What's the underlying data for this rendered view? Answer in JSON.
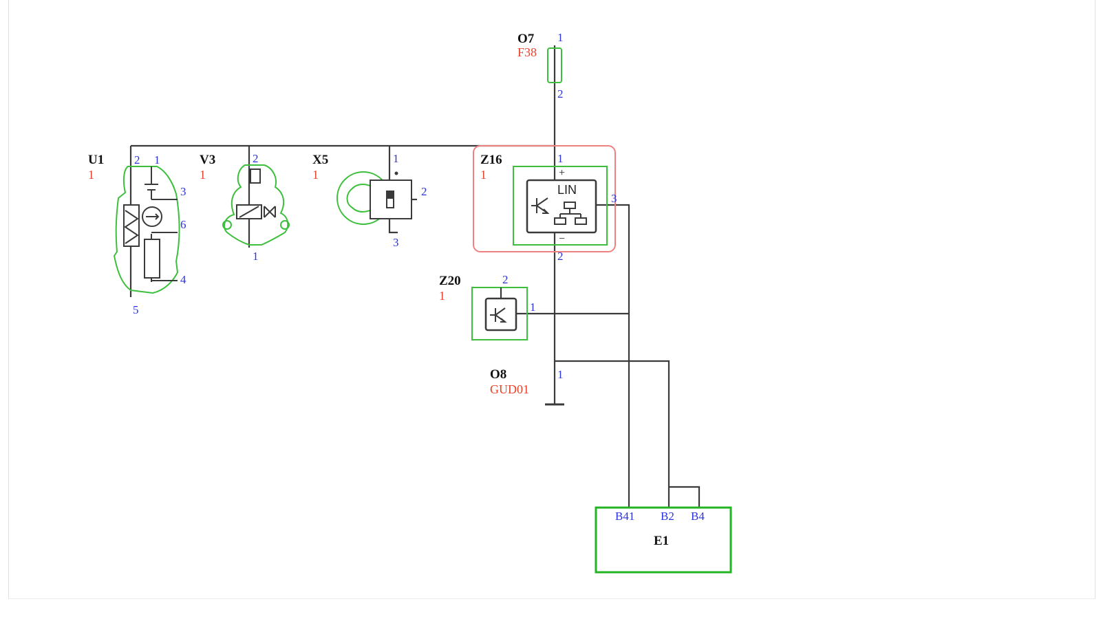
{
  "components": {
    "O7": {
      "name": "O7",
      "sub": "F38",
      "pins": [
        "1",
        "2"
      ]
    },
    "U1": {
      "name": "U1",
      "sub": "1",
      "pins": [
        "2",
        "1",
        "3",
        "6",
        "4",
        "5"
      ]
    },
    "V3": {
      "name": "V3",
      "sub": "1",
      "pins": [
        "2",
        "1"
      ]
    },
    "X5": {
      "name": "X5",
      "sub": "1",
      "pins": [
        "1",
        "2",
        "3"
      ]
    },
    "Z16": {
      "name": "Z16",
      "sub": "1",
      "pins": [
        "1",
        "3",
        "2"
      ],
      "inner_text": "LIN"
    },
    "Z20": {
      "name": "Z20",
      "sub": "1",
      "pins": [
        "2",
        "1"
      ]
    },
    "O8": {
      "name": "O8",
      "sub": "GUD01",
      "pins": [
        "1"
      ]
    },
    "E1": {
      "name": "E1",
      "pins": [
        "B41",
        "B2",
        "B4"
      ]
    }
  },
  "colors": {
    "wire": "#3a3a3a",
    "component_outline": "#3cbf3c",
    "highlight": "#f08080",
    "pin_label": "#2a32e0",
    "sub_label": "#e8422a"
  }
}
